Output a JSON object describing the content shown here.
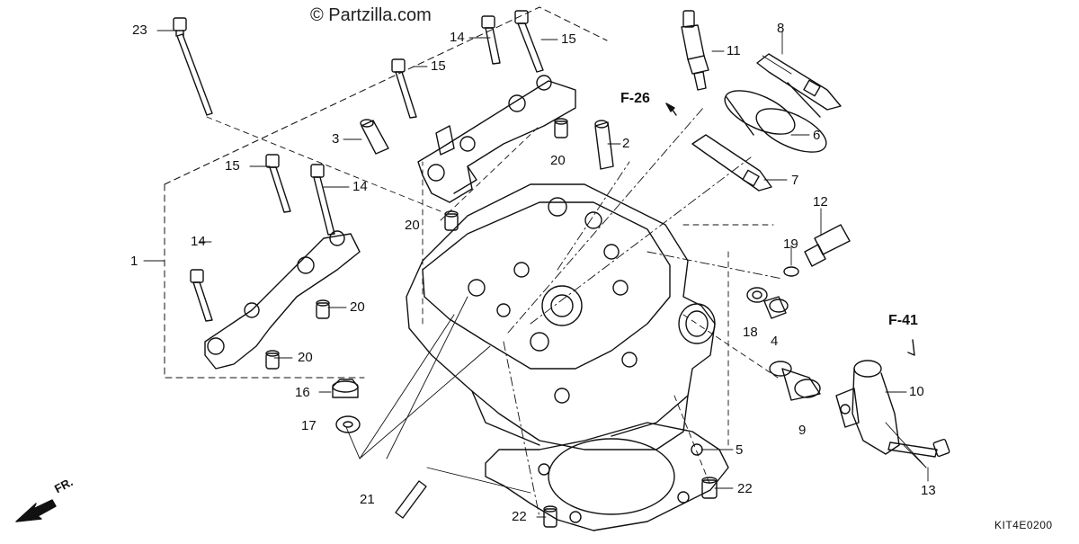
{
  "watermark": "© Partzilla.com",
  "diagram_code": "KIT4E0200",
  "front_marker": "FR.",
  "references": {
    "f26": "F-26",
    "f41": "F-41"
  },
  "part_labels": [
    {
      "id": "p23",
      "text": "23"
    },
    {
      "id": "p14a",
      "text": "14"
    },
    {
      "id": "p15a",
      "text": "15"
    },
    {
      "id": "p15b",
      "text": "15"
    },
    {
      "id": "p11",
      "text": "11"
    },
    {
      "id": "p8",
      "text": "8"
    },
    {
      "id": "p3",
      "text": "3"
    },
    {
      "id": "p2",
      "text": "2"
    },
    {
      "id": "p20a",
      "text": "20"
    },
    {
      "id": "p6",
      "text": "6"
    },
    {
      "id": "p15c",
      "text": "15"
    },
    {
      "id": "p14b",
      "text": "14"
    },
    {
      "id": "p7",
      "text": "7"
    },
    {
      "id": "p12",
      "text": "12"
    },
    {
      "id": "p20b",
      "text": "20"
    },
    {
      "id": "p14c",
      "text": "14"
    },
    {
      "id": "p1",
      "text": "1"
    },
    {
      "id": "p19",
      "text": "19"
    },
    {
      "id": "p20c",
      "text": "20"
    },
    {
      "id": "p18",
      "text": "18"
    },
    {
      "id": "p4",
      "text": "4"
    },
    {
      "id": "p20d",
      "text": "20"
    },
    {
      "id": "p16",
      "text": "16"
    },
    {
      "id": "p10",
      "text": "10"
    },
    {
      "id": "p17",
      "text": "17"
    },
    {
      "id": "p9",
      "text": "9"
    },
    {
      "id": "p5",
      "text": "5"
    },
    {
      "id": "p22a",
      "text": "22"
    },
    {
      "id": "p13",
      "text": "13"
    },
    {
      "id": "p21",
      "text": "21"
    },
    {
      "id": "p22b",
      "text": "22"
    }
  ]
}
